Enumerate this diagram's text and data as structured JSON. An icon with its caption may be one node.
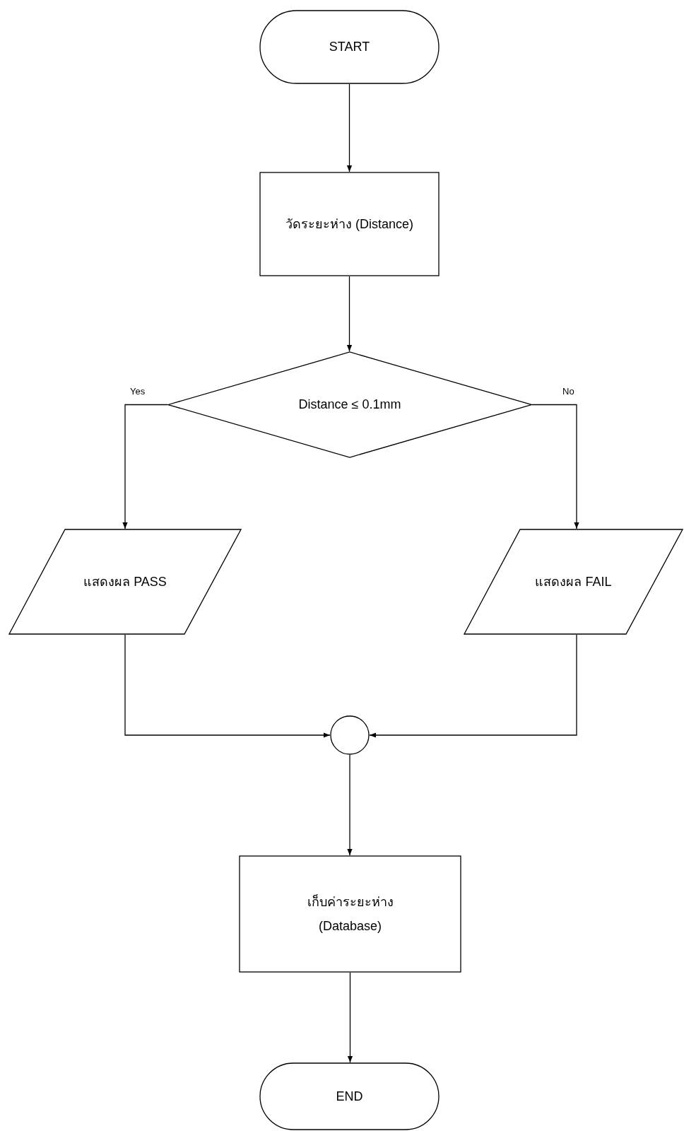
{
  "diagram": {
    "nodes": [
      {
        "text": [
          "START"
        ]
      },
      {
        "text": [
          "วัดระยะห่าง (Distance)"
        ]
      },
      {
        "text": [
          "Distance ≤ 0.1mm"
        ]
      },
      {
        "text": [
          "แสดงผล PASS"
        ]
      },
      {
        "text": [
          "แสดงผล FAIL"
        ]
      },
      {
        "text": [],
        "shape": "circle"
      },
      {
        "text": [
          "เก็บค่าระยะห่าง (Database)"
        ]
      },
      {
        "text": [
          "END"
        ]
      }
    ],
    "edges": [
      {
        "from": 0,
        "to": 1,
        "arrow": "to"
      },
      {
        "from": 1,
        "to": 2,
        "arrow": "to"
      },
      {
        "from": 2,
        "to": 3,
        "arrow": "to",
        "label": "Yes"
      },
      {
        "from": 2,
        "to": 4,
        "arrow": "to",
        "label": "No"
      },
      {
        "from": 3,
        "to": 5,
        "arrow": "to"
      },
      {
        "from": 4,
        "to": 5,
        "arrow": "to"
      },
      {
        "from": 5,
        "to": 6,
        "arrow": "to"
      },
      {
        "from": 6,
        "to": 7,
        "arrow": "to"
      }
    ]
  }
}
